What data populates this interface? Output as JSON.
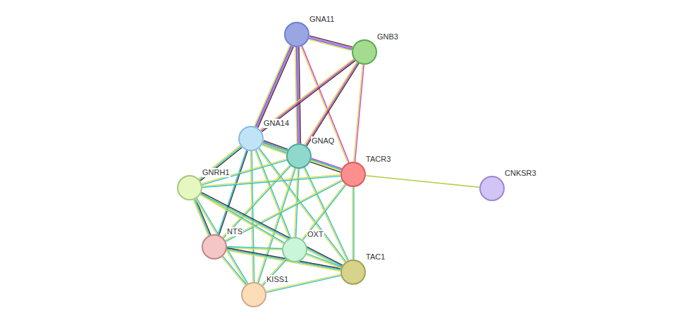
{
  "diagram": {
    "nodes": [
      {
        "text": [
          "GNA11"
        ]
      },
      {
        "text": [
          "GNB3"
        ]
      },
      {
        "text": [
          "GNA14"
        ]
      },
      {
        "text": [
          "GNAQ"
        ]
      },
      {
        "text": [
          "TACR3"
        ]
      },
      {
        "text": [
          "CNKSR3"
        ]
      },
      {
        "text": [
          "GNRH1"
        ]
      },
      {
        "text": [
          "NTS"
        ]
      },
      {
        "text": [
          "OXT"
        ]
      },
      {
        "text": [
          "TAC1"
        ]
      },
      {
        "text": [
          "KISS1"
        ]
      }
    ],
    "edges": [
      {
        "from": 0,
        "to": 1,
        "arrow": "none"
      },
      {
        "from": 0,
        "to": 2,
        "arrow": "none"
      },
      {
        "from": 0,
        "to": 3,
        "arrow": "none"
      },
      {
        "from": 0,
        "to": 4,
        "arrow": "none"
      },
      {
        "from": 1,
        "to": 2,
        "arrow": "none"
      },
      {
        "from": 1,
        "to": 3,
        "arrow": "none"
      },
      {
        "from": 1,
        "to": 4,
        "arrow": "none"
      },
      {
        "from": 2,
        "to": 3,
        "arrow": "none"
      },
      {
        "from": 2,
        "to": 4,
        "arrow": "none"
      },
      {
        "from": 2,
        "to": 6,
        "arrow": "none"
      },
      {
        "from": 2,
        "to": 7,
        "arrow": "none"
      },
      {
        "from": 2,
        "to": 8,
        "arrow": "none"
      },
      {
        "from": 2,
        "to": 9,
        "arrow": "none"
      },
      {
        "from": 2,
        "to": 10,
        "arrow": "none"
      },
      {
        "from": 3,
        "to": 4,
        "arrow": "none"
      },
      {
        "from": 3,
        "to": 6,
        "arrow": "none"
      },
      {
        "from": 3,
        "to": 7,
        "arrow": "none"
      },
      {
        "from": 3,
        "to": 8,
        "arrow": "none"
      },
      {
        "from": 3,
        "to": 9,
        "arrow": "none"
      },
      {
        "from": 3,
        "to": 10,
        "arrow": "none"
      },
      {
        "from": 4,
        "to": 5,
        "arrow": "none"
      },
      {
        "from": 4,
        "to": 6,
        "arrow": "none"
      },
      {
        "from": 4,
        "to": 7,
        "arrow": "none"
      },
      {
        "from": 4,
        "to": 8,
        "arrow": "none"
      },
      {
        "from": 4,
        "to": 9,
        "arrow": "none"
      },
      {
        "from": 6,
        "to": 7,
        "arrow": "none"
      },
      {
        "from": 6,
        "to": 8,
        "arrow": "none"
      },
      {
        "from": 6,
        "to": 9,
        "arrow": "none"
      },
      {
        "from": 6,
        "to": 10,
        "arrow": "none"
      },
      {
        "from": 7,
        "to": 8,
        "arrow": "none"
      },
      {
        "from": 7,
        "to": 9,
        "arrow": "none"
      },
      {
        "from": 7,
        "to": 10,
        "arrow": "none"
      },
      {
        "from": 8,
        "to": 9,
        "arrow": "none"
      },
      {
        "from": 8,
        "to": 10,
        "arrow": "none"
      },
      {
        "from": 9,
        "to": 10,
        "arrow": "none"
      }
    ]
  }
}
